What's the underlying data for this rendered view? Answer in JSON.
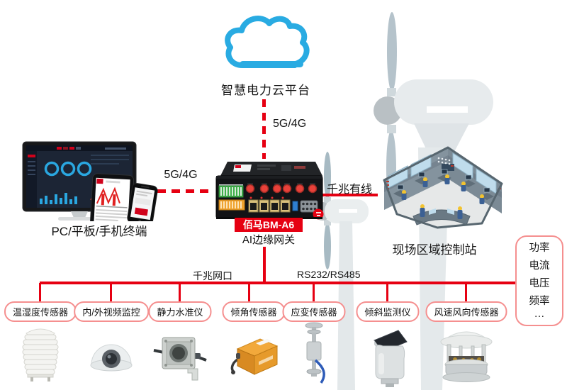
{
  "cloud": {
    "label": "智慧电力云平台"
  },
  "links": {
    "cloud_to_gateway": "5G/4G",
    "terminals_to_gateway": "5G/4G",
    "gateway_to_station": "千兆有线",
    "lan_bus": "千兆网口",
    "serial_bus": "RS232/RS485"
  },
  "terminals": {
    "label": "PC/平板/手机终端"
  },
  "gateway": {
    "model": "佰马BM-A6",
    "label": "AI边缘网关"
  },
  "station": {
    "label": "现场区域控制站"
  },
  "metrics_box": {
    "items": [
      "功率",
      "电流",
      "电压",
      "频率",
      "···"
    ]
  },
  "sensors": [
    {
      "label": "温湿度传感器",
      "icon": "temperature-humidity-sensor-icon"
    },
    {
      "label": "内/外视频监控",
      "icon": "dome-camera-icon"
    },
    {
      "label": "静力水准仪",
      "icon": "hydrostatic-level-icon"
    },
    {
      "label": "倾角传感器",
      "icon": "tilt-sensor-icon"
    },
    {
      "label": "应变传感器",
      "icon": "strain-sensor-icon"
    },
    {
      "label": "倾斜监测仪",
      "icon": "inclination-monitor-icon"
    },
    {
      "label": "风速风向传感器",
      "icon": "wind-direction-sensor-icon"
    }
  ],
  "colors": {
    "line_red": "#e60012",
    "pill_border": "#f58f8f",
    "cloud_blue": "#29abe2"
  }
}
